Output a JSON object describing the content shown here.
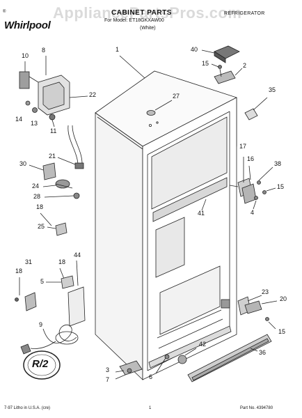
{
  "header": {
    "brand": "Whirlpool",
    "brand_small": "®",
    "section_title": "CABINET PARTS",
    "for_model": "For Model: ET18GKXAW00",
    "variant": "(White)",
    "appliance": "REFRIGERATOR",
    "watermark": "AppliancePartsPros.com"
  },
  "footer": {
    "left": "7-97 Litho in U.S.A. (cre)",
    "center": "1",
    "right": "Part No. 4394780"
  },
  "badge": {
    "text": "R/2"
  },
  "callouts": [
    {
      "id": "c1",
      "text": "1"
    },
    {
      "id": "c2",
      "text": "2"
    },
    {
      "id": "c3",
      "text": "3"
    },
    {
      "id": "c4",
      "text": "4"
    },
    {
      "id": "c5",
      "text": "5"
    },
    {
      "id": "c6",
      "text": "6"
    },
    {
      "id": "c7",
      "text": "7"
    },
    {
      "id": "c8",
      "text": "8"
    },
    {
      "id": "c9",
      "text": "9"
    },
    {
      "id": "c10",
      "text": "10"
    },
    {
      "id": "c11",
      "text": "11"
    },
    {
      "id": "c13",
      "text": "13"
    },
    {
      "id": "c14",
      "text": "14"
    },
    {
      "id": "c15a",
      "text": "15"
    },
    {
      "id": "c15b",
      "text": "15"
    },
    {
      "id": "c15c",
      "text": "15"
    },
    {
      "id": "c16",
      "text": "16"
    },
    {
      "id": "c17",
      "text": "17"
    },
    {
      "id": "c18a",
      "text": "18"
    },
    {
      "id": "c18b",
      "text": "18"
    },
    {
      "id": "c18c",
      "text": "18"
    },
    {
      "id": "c20",
      "text": "20"
    },
    {
      "id": "c21",
      "text": "21"
    },
    {
      "id": "c22",
      "text": "22"
    },
    {
      "id": "c23",
      "text": "23"
    },
    {
      "id": "c24",
      "text": "24"
    },
    {
      "id": "c25",
      "text": "25"
    },
    {
      "id": "c27",
      "text": "27"
    },
    {
      "id": "c28",
      "text": "28"
    },
    {
      "id": "c30",
      "text": "30"
    },
    {
      "id": "c31",
      "text": "31"
    },
    {
      "id": "c35",
      "text": "35"
    },
    {
      "id": "c36",
      "text": "36"
    },
    {
      "id": "c38",
      "text": "38"
    },
    {
      "id": "c40",
      "text": "40"
    },
    {
      "id": "c41",
      "text": "41"
    },
    {
      "id": "c42",
      "text": "42"
    },
    {
      "id": "c44",
      "text": "44"
    }
  ]
}
